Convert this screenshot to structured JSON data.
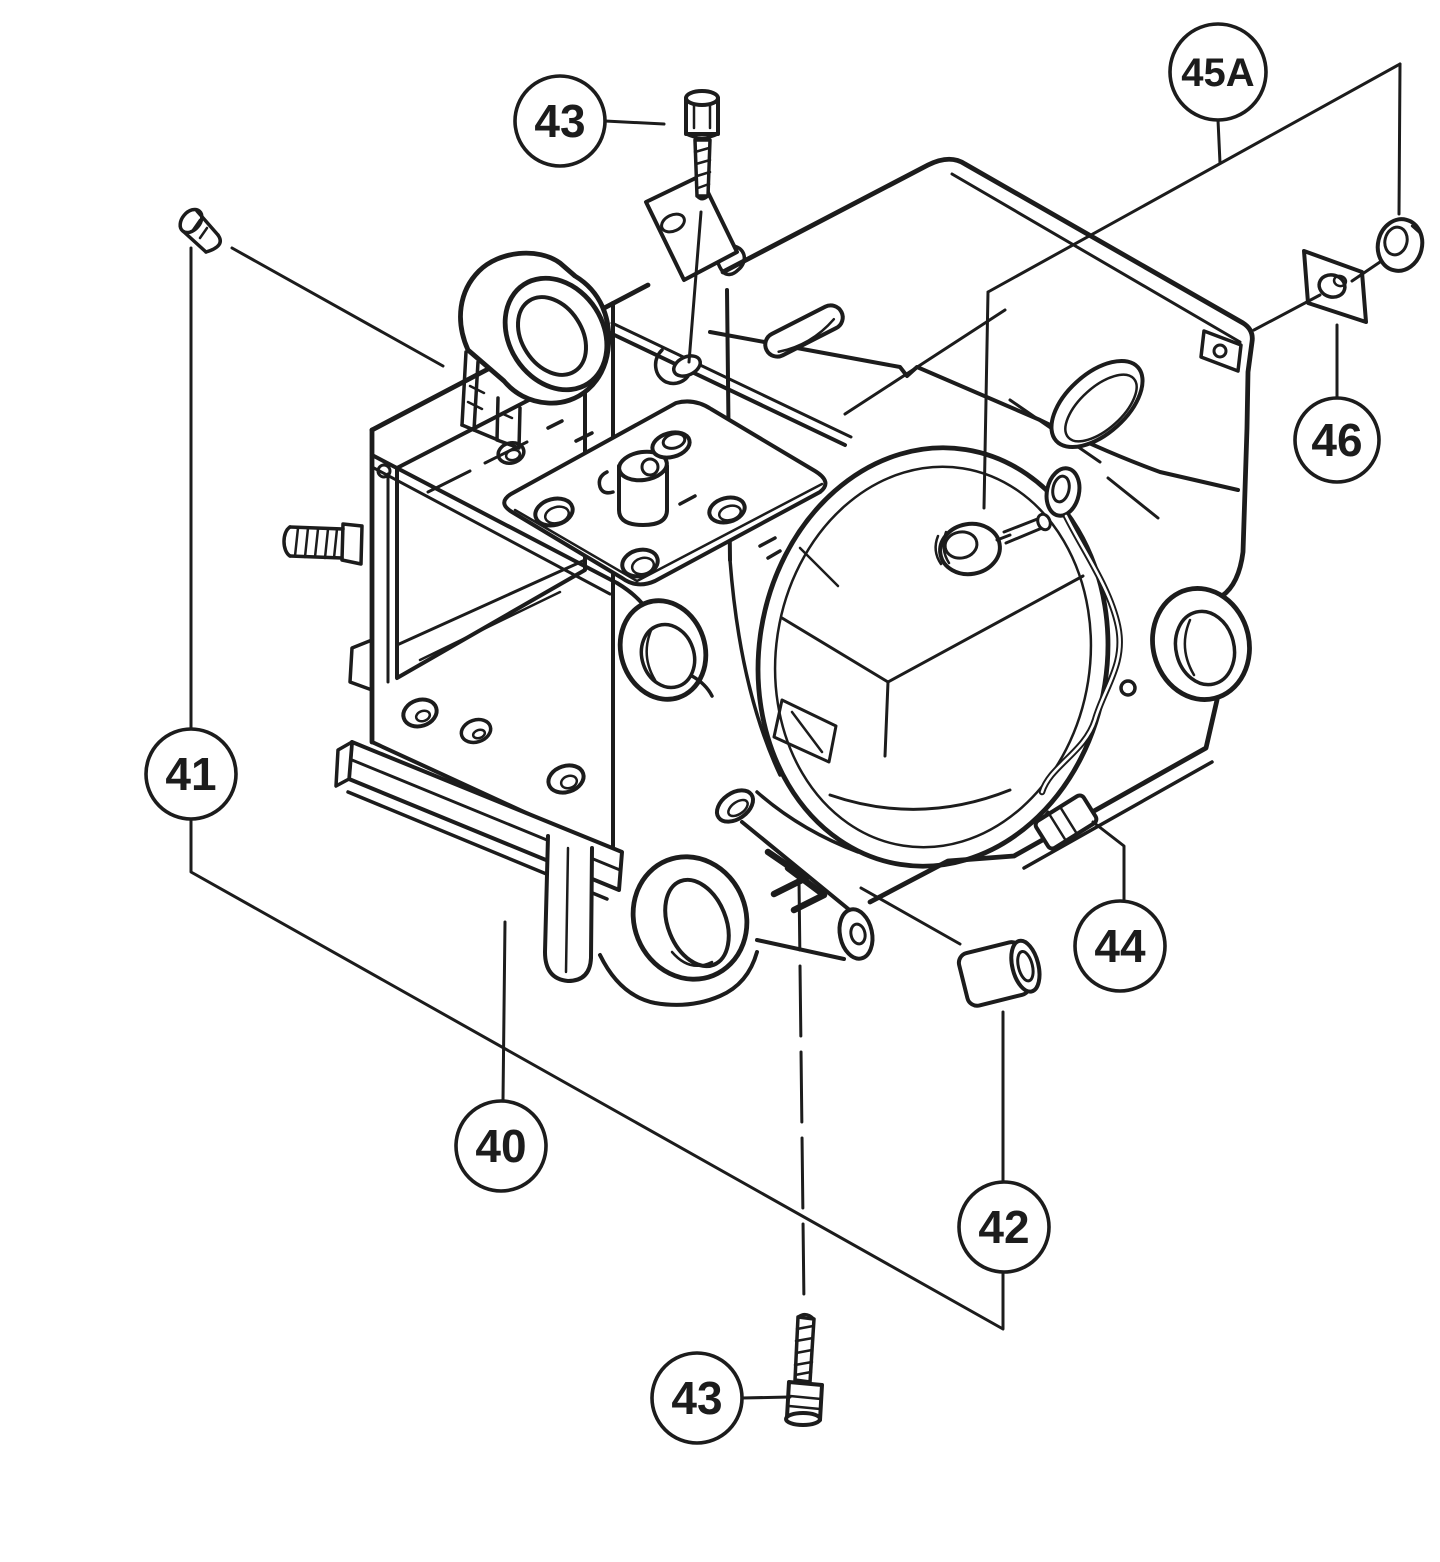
{
  "diagram": {
    "background_color": "#ffffff",
    "line_color": "#1c1c1c",
    "callouts": [
      {
        "id": "callout-43-top",
        "label": "43"
      },
      {
        "id": "callout-45a",
        "label": "45A"
      },
      {
        "id": "callout-46",
        "label": "46"
      },
      {
        "id": "callout-41",
        "label": "41"
      },
      {
        "id": "callout-44",
        "label": "44"
      },
      {
        "id": "callout-40",
        "label": "40"
      },
      {
        "id": "callout-42",
        "label": "42"
      },
      {
        "id": "callout-43-bottom",
        "label": "43"
      }
    ]
  }
}
